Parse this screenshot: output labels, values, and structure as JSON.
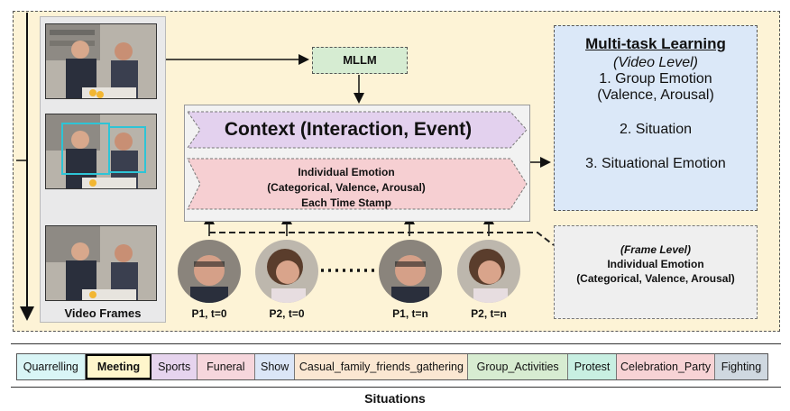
{
  "video_frames_label": "Video Frames",
  "mllm_label": "MLLM",
  "context_label": "Context (Interaction, Event)",
  "individual_emotion": {
    "line1": "Individual Emotion",
    "line2": "(Categorical, Valence, Arousal)",
    "line3": "Each Time Stamp"
  },
  "multitask": {
    "title": "Multi-task Learning",
    "subtitle": "(Video Level)",
    "item1": "1. Group Emotion",
    "item1b": "(Valence, Arousal)",
    "item2": "2. Situation",
    "item3": "3. Situational Emotion"
  },
  "frame_level": {
    "line1": "(Frame Level)",
    "line2": "Individual Emotion",
    "line3": "(Categorical, Valence, Arousal)"
  },
  "faces": [
    {
      "label": "P1, t=0"
    },
    {
      "label": "P2, t=0"
    },
    {
      "label": "P1, t=n"
    },
    {
      "label": "P2, t=n"
    }
  ],
  "situations_title": "Situations",
  "situations": [
    {
      "label": "Quarrelling",
      "color": "#d9f5f6",
      "selected": false
    },
    {
      "label": "Meeting",
      "color": "#fff6cc",
      "selected": true
    },
    {
      "label": "Sports",
      "color": "#e6d4ee",
      "selected": false
    },
    {
      "label": "Funeral",
      "color": "#f6d6dc",
      "selected": false
    },
    {
      "label": "Show",
      "color": "#dbe6f7",
      "selected": false
    },
    {
      "label": "Casual_family_friends_gathering",
      "color": "#fbe7d2",
      "selected": false
    },
    {
      "label": "Group_Activities",
      "color": "#d7ecd1",
      "selected": false
    },
    {
      "label": "Protest",
      "color": "#c8efe2",
      "selected": false
    },
    {
      "label": "Celebration_Party",
      "color": "#f7d3d5",
      "selected": false
    },
    {
      "label": "Fighting",
      "color": "#cfd8e0",
      "selected": false
    }
  ]
}
